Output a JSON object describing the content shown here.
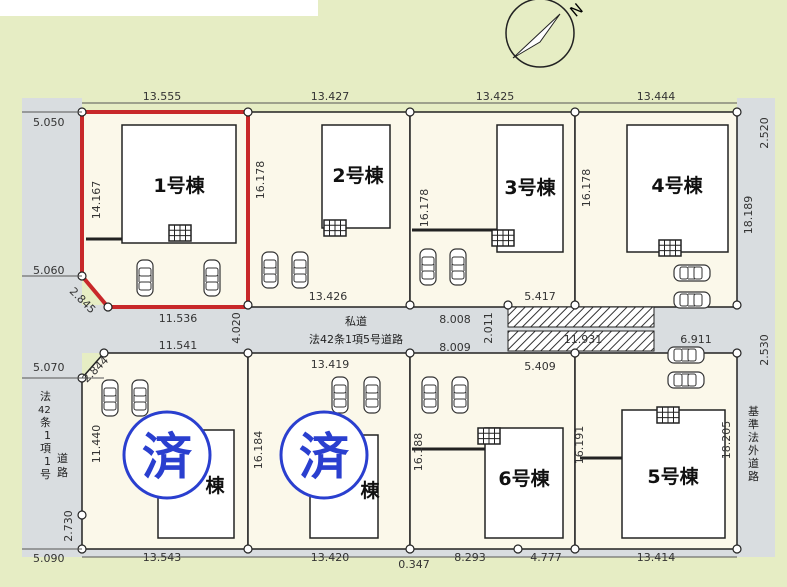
{
  "compass": {
    "label": "N"
  },
  "lots": [
    {
      "id": "lot1",
      "name": "1号棟",
      "selected": true
    },
    {
      "id": "lot2",
      "name": "2号棟"
    },
    {
      "id": "lot3",
      "name": "3号棟"
    },
    {
      "id": "lot4",
      "name": "4号棟"
    },
    {
      "id": "lot5",
      "name": "5号棟"
    },
    {
      "id": "lot6",
      "name": "6号棟"
    },
    {
      "id": "lot7",
      "name": "棟",
      "sold_mark": "済"
    },
    {
      "id": "lot8",
      "name": "棟",
      "sold_mark": "済"
    }
  ],
  "private_road": {
    "line1": "私道",
    "line2": "法42条1項5号道路"
  },
  "left_road": {
    "chars": [
      "法",
      "42",
      "条",
      "1",
      "項",
      "1",
      "号",
      "道",
      "路"
    ]
  },
  "right_road": {
    "chars": [
      "基",
      "準",
      "法",
      "外",
      "道",
      "路"
    ]
  },
  "dimensions": {
    "top": [
      "13.555",
      "13.427",
      "13.425",
      "13.444"
    ],
    "left": [
      "5.050",
      "14.167",
      "5.060",
      "2.845",
      "5.070",
      "2.844",
      "11.440",
      "2.730",
      "5.090"
    ],
    "right": [
      "2.520",
      "18.189",
      "2.530",
      "18.205"
    ],
    "middle": [
      "16.178",
      "16.178",
      "16.178",
      "13.426",
      "5.417",
      "11.536",
      "4.020",
      "8.008",
      "2.011",
      "11.931",
      "6.911",
      "11.541",
      "8.009",
      "5.409",
      "13.419",
      "16.184",
      "16.188",
      "16.191"
    ],
    "bottom": [
      "13.543",
      "13.420",
      "0.347",
      "8.293",
      "4.777",
      "13.414"
    ]
  }
}
